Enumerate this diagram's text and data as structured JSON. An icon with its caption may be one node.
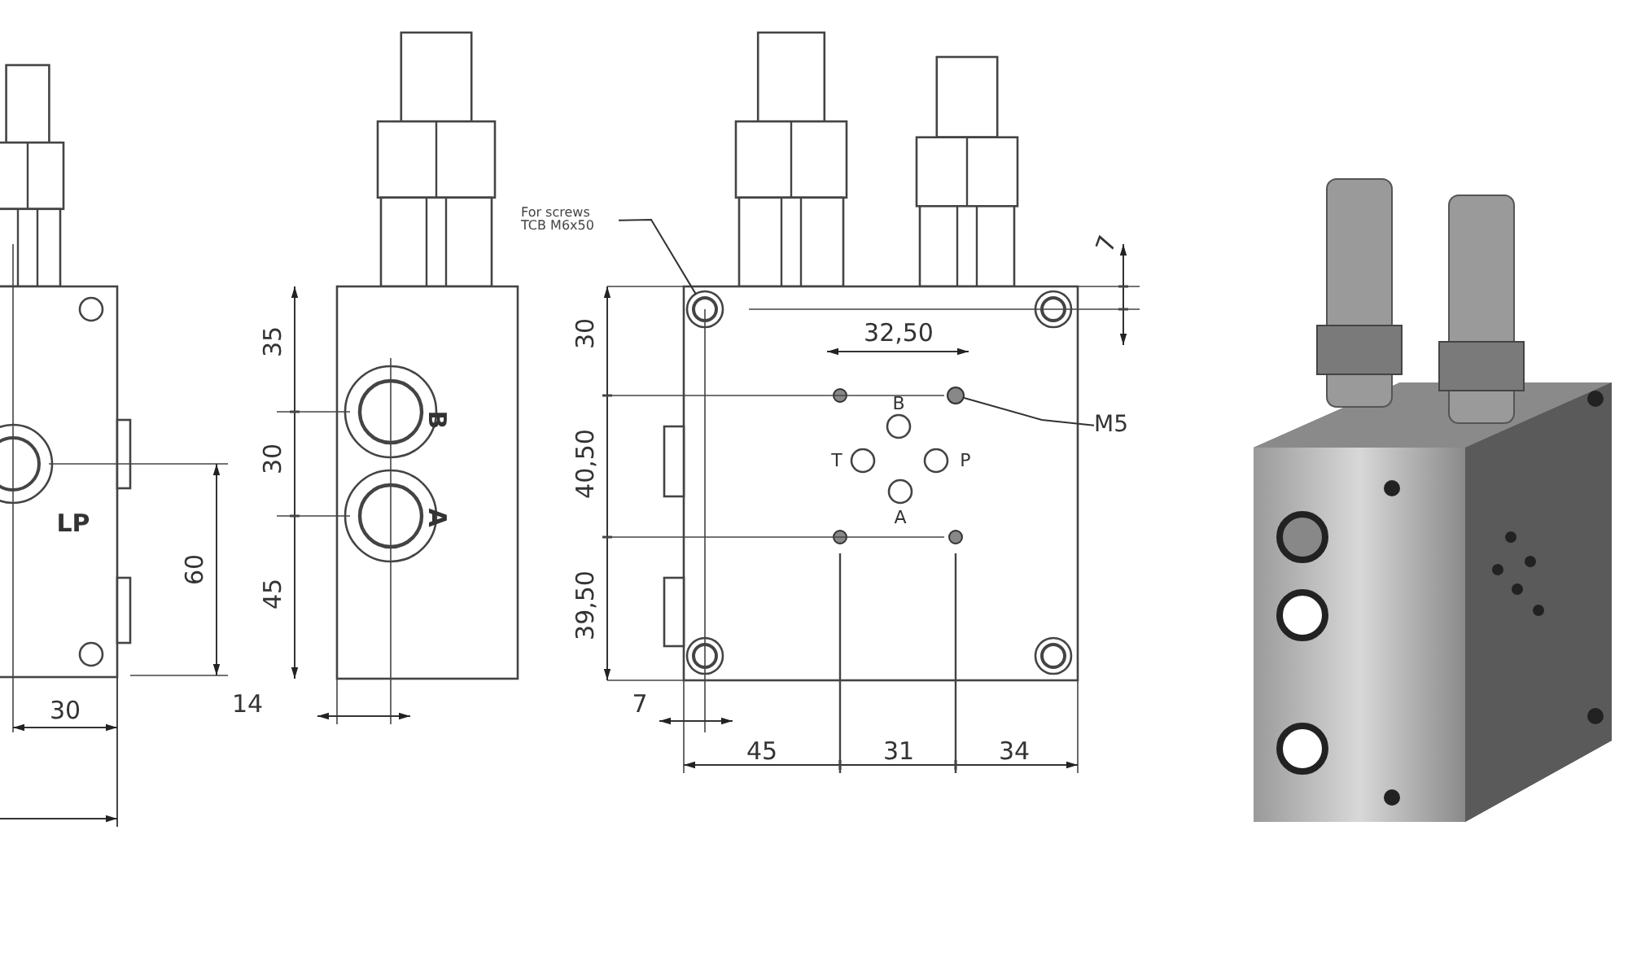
{
  "diagram": {
    "nodes": [
      {
        "text": [
          "For screws TCB M6x50"
        ]
      },
      {
        "text": [],
        "shape": "circle"
      },
      {
        "text": [
          "M5"
        ]
      },
      {
        "text": [],
        "shape": "circle"
      }
    ],
    "edges": [
      {
        "from": 0,
        "to": 1,
        "arrow": "none"
      },
      {
        "from": 2,
        "to": 3,
        "arrow": "none"
      }
    ],
    "labels": [
      "LP",
      "30",
      "60",
      "35",
      "30",
      "45",
      "B",
      "A",
      "14",
      "7",
      "30",
      "32,50",
      "B",
      "T",
      "P",
      "A",
      "40,50",
      "39,50",
      "7",
      "45",
      "31",
      "34"
    ]
  }
}
